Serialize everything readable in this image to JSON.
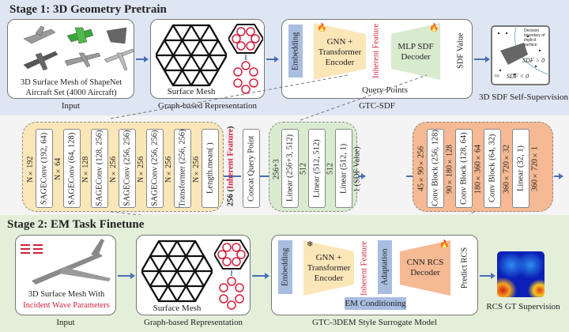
{
  "stage1": {
    "title": "Stage 1: 3D Geometry Pretrain",
    "input_text_line1": "3D Surface Mesh of ShapeNet",
    "input_text_line2": "Aircraft Set (4000 Aircraft)",
    "input_caption": "Input",
    "mesh_label": "Surface Mesh",
    "graph_caption": "Graph-based Representation",
    "embedding": "Embedding",
    "encoder": [
      "GNN +",
      "Transformer",
      "Encoder"
    ],
    "inherent_feature": "Inherent Feature",
    "decoder": [
      "MLP SDF",
      "Decoder"
    ],
    "query_points": "Query Points",
    "sdf_value": "SDF Value",
    "model_caption": "GTC-SDF",
    "supervision_caption": "3D SDF Self-Supervision",
    "sdf_plot": {
      "label_boundary": "Decision boundary of implicit surface",
      "label_pos": "SDF > 0",
      "label_neg": "SDF < 0",
      "panel": "(a)"
    }
  },
  "middle": {
    "encoder_dims": [
      "N×192",
      "N×64",
      "N×128",
      "N×256",
      "N×256",
      "N×256",
      "N×256"
    ],
    "encoder_layers": [
      "SAGEConv (192, 64)",
      "SAGEConv (64, 128)",
      "SAGEConv (128, 256)",
      "SAGEConv (256, 256)",
      "SAGEConv (256, 256)",
      "Transformer (256, 256)",
      "Length.mean( )"
    ],
    "feature_label_num": "256 (",
    "feature_label_red": "Inherent Feature",
    "feature_label_end": ")",
    "concat": "Concat Query Point",
    "mlp_dims": [
      "256+3",
      "512",
      "512",
      "1 (SDF Value)"
    ],
    "mlp_layers": [
      "Linear (256+3, 512)",
      "Linear (512, 512)",
      "Linear (512, 1)"
    ],
    "cnn_dims": [
      "45×90×256",
      "90×180×128",
      "180×360×64",
      "360×720×32",
      "360×720×1"
    ],
    "cnn_layers": [
      "Conv Block (256, 128)",
      "Conv Block (128, 64)",
      "Conv Block (64, 32)",
      "Linear (32, 1)"
    ]
  },
  "stage2": {
    "title": "Stage 2: EM Task Finetune",
    "input_text_line1": "3D Surface Mesh With",
    "input_text_line2": "Incident Wave Parameters",
    "input_caption": "Input",
    "mesh_label": "Surface Mesh",
    "graph_caption": "Graph-based Representation",
    "embedding": "Embedding",
    "encoder": [
      "GNN +",
      "Transformer",
      "Encoder"
    ],
    "inherent_feature": "Inherent Feature",
    "adaptation": "Adaptation",
    "decoder": [
      "CNN RCS",
      "Decoder"
    ],
    "predict": "Predict RCS",
    "em_conditioning": "EM Conditioning",
    "model_caption": "GTC-3DEM Style Surrogate Model",
    "supervision_caption": "RCS GT Supervision"
  },
  "colors": {
    "encoder": "#fbe6b8",
    "sdf_decoder": "#d9ebcf",
    "cnn_decoder": "#f5b994",
    "embedding": "#a9bde0",
    "accent_red": "#d0213a",
    "arrow": "#4a6fb5"
  }
}
